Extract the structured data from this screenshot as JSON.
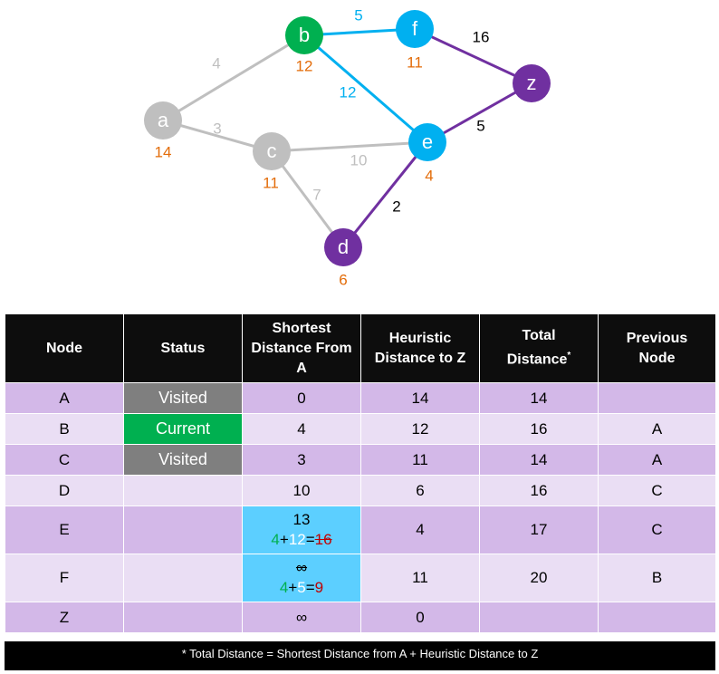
{
  "colors": {
    "green": "#00b050",
    "cyan": "#00b0f0",
    "purple": "#7030a0",
    "gray": "#bfbfbf",
    "orange": "#e36c09",
    "red": "#c00000"
  },
  "graph": {
    "nodes": [
      {
        "id": "a",
        "label": "a",
        "heuristic": "14",
        "state": "visited"
      },
      {
        "id": "b",
        "label": "b",
        "heuristic": "12",
        "state": "current"
      },
      {
        "id": "c",
        "label": "c",
        "heuristic": "11",
        "state": "visited"
      },
      {
        "id": "d",
        "label": "d",
        "heuristic": "6",
        "state": "path"
      },
      {
        "id": "e",
        "label": "e",
        "heuristic": "4",
        "state": "neighbor"
      },
      {
        "id": "f",
        "label": "f",
        "heuristic": "11",
        "state": "neighbor"
      },
      {
        "id": "z",
        "label": "z",
        "heuristic": "",
        "state": "path"
      }
    ],
    "edges": [
      {
        "from": "a",
        "to": "b",
        "weight": "4",
        "style": "visited"
      },
      {
        "from": "a",
        "to": "c",
        "weight": "3",
        "style": "visited"
      },
      {
        "from": "c",
        "to": "e",
        "weight": "10",
        "style": "visited"
      },
      {
        "from": "c",
        "to": "d",
        "weight": "7",
        "style": "visited"
      },
      {
        "from": "b",
        "to": "f",
        "weight": "5",
        "style": "neighbor"
      },
      {
        "from": "b",
        "to": "e",
        "weight": "12",
        "style": "neighbor"
      },
      {
        "from": "f",
        "to": "z",
        "weight": "16",
        "style": "path"
      },
      {
        "from": "e",
        "to": "z",
        "weight": "5",
        "style": "path"
      },
      {
        "from": "d",
        "to": "e",
        "weight": "2",
        "style": "path"
      }
    ]
  },
  "table": {
    "headers": {
      "node": "Node",
      "status": "Status",
      "shortest_l1": "Shortest",
      "shortest_l2": "Distance From",
      "shortest_l3": "A",
      "heuristic_l1": "Heuristic",
      "heuristic_l2": "Distance to Z",
      "total_l1": "Total",
      "total_l2": "Distance",
      "total_mark": "*",
      "previous_l1": "Previous",
      "previous_l2": "Node"
    },
    "rows": [
      {
        "node": "A",
        "status": "Visited",
        "shortest": "0",
        "heuristic": "14",
        "total": "14",
        "previous": ""
      },
      {
        "node": "B",
        "status": "Current",
        "shortest": "4",
        "heuristic": "12",
        "total": "16",
        "previous": "A"
      },
      {
        "node": "C",
        "status": "Visited",
        "shortest": "3",
        "heuristic": "11",
        "total": "14",
        "previous": "A"
      },
      {
        "node": "D",
        "status": "",
        "shortest": "10",
        "heuristic": "6",
        "total": "16",
        "previous": "C"
      },
      {
        "node": "E",
        "status": "",
        "shortest": "13",
        "calc": {
          "a": "4",
          "plus": "+",
          "b": "12",
          "eq": "=",
          "result": "16"
        },
        "heuristic": "4",
        "total": "17",
        "previous": "C"
      },
      {
        "node": "F",
        "status": "",
        "shortest": "∞",
        "calc": {
          "a": "4",
          "plus": "+",
          "b": "5",
          "eq": "=",
          "result": "9"
        },
        "heuristic": "11",
        "total": "20",
        "previous": "B"
      },
      {
        "node": "Z",
        "status": "",
        "shortest": "∞",
        "heuristic": "0",
        "total": "",
        "previous": ""
      }
    ],
    "footnote": "* Total Distance = Shortest Distance from A  +  Heuristic Distance to Z"
  }
}
